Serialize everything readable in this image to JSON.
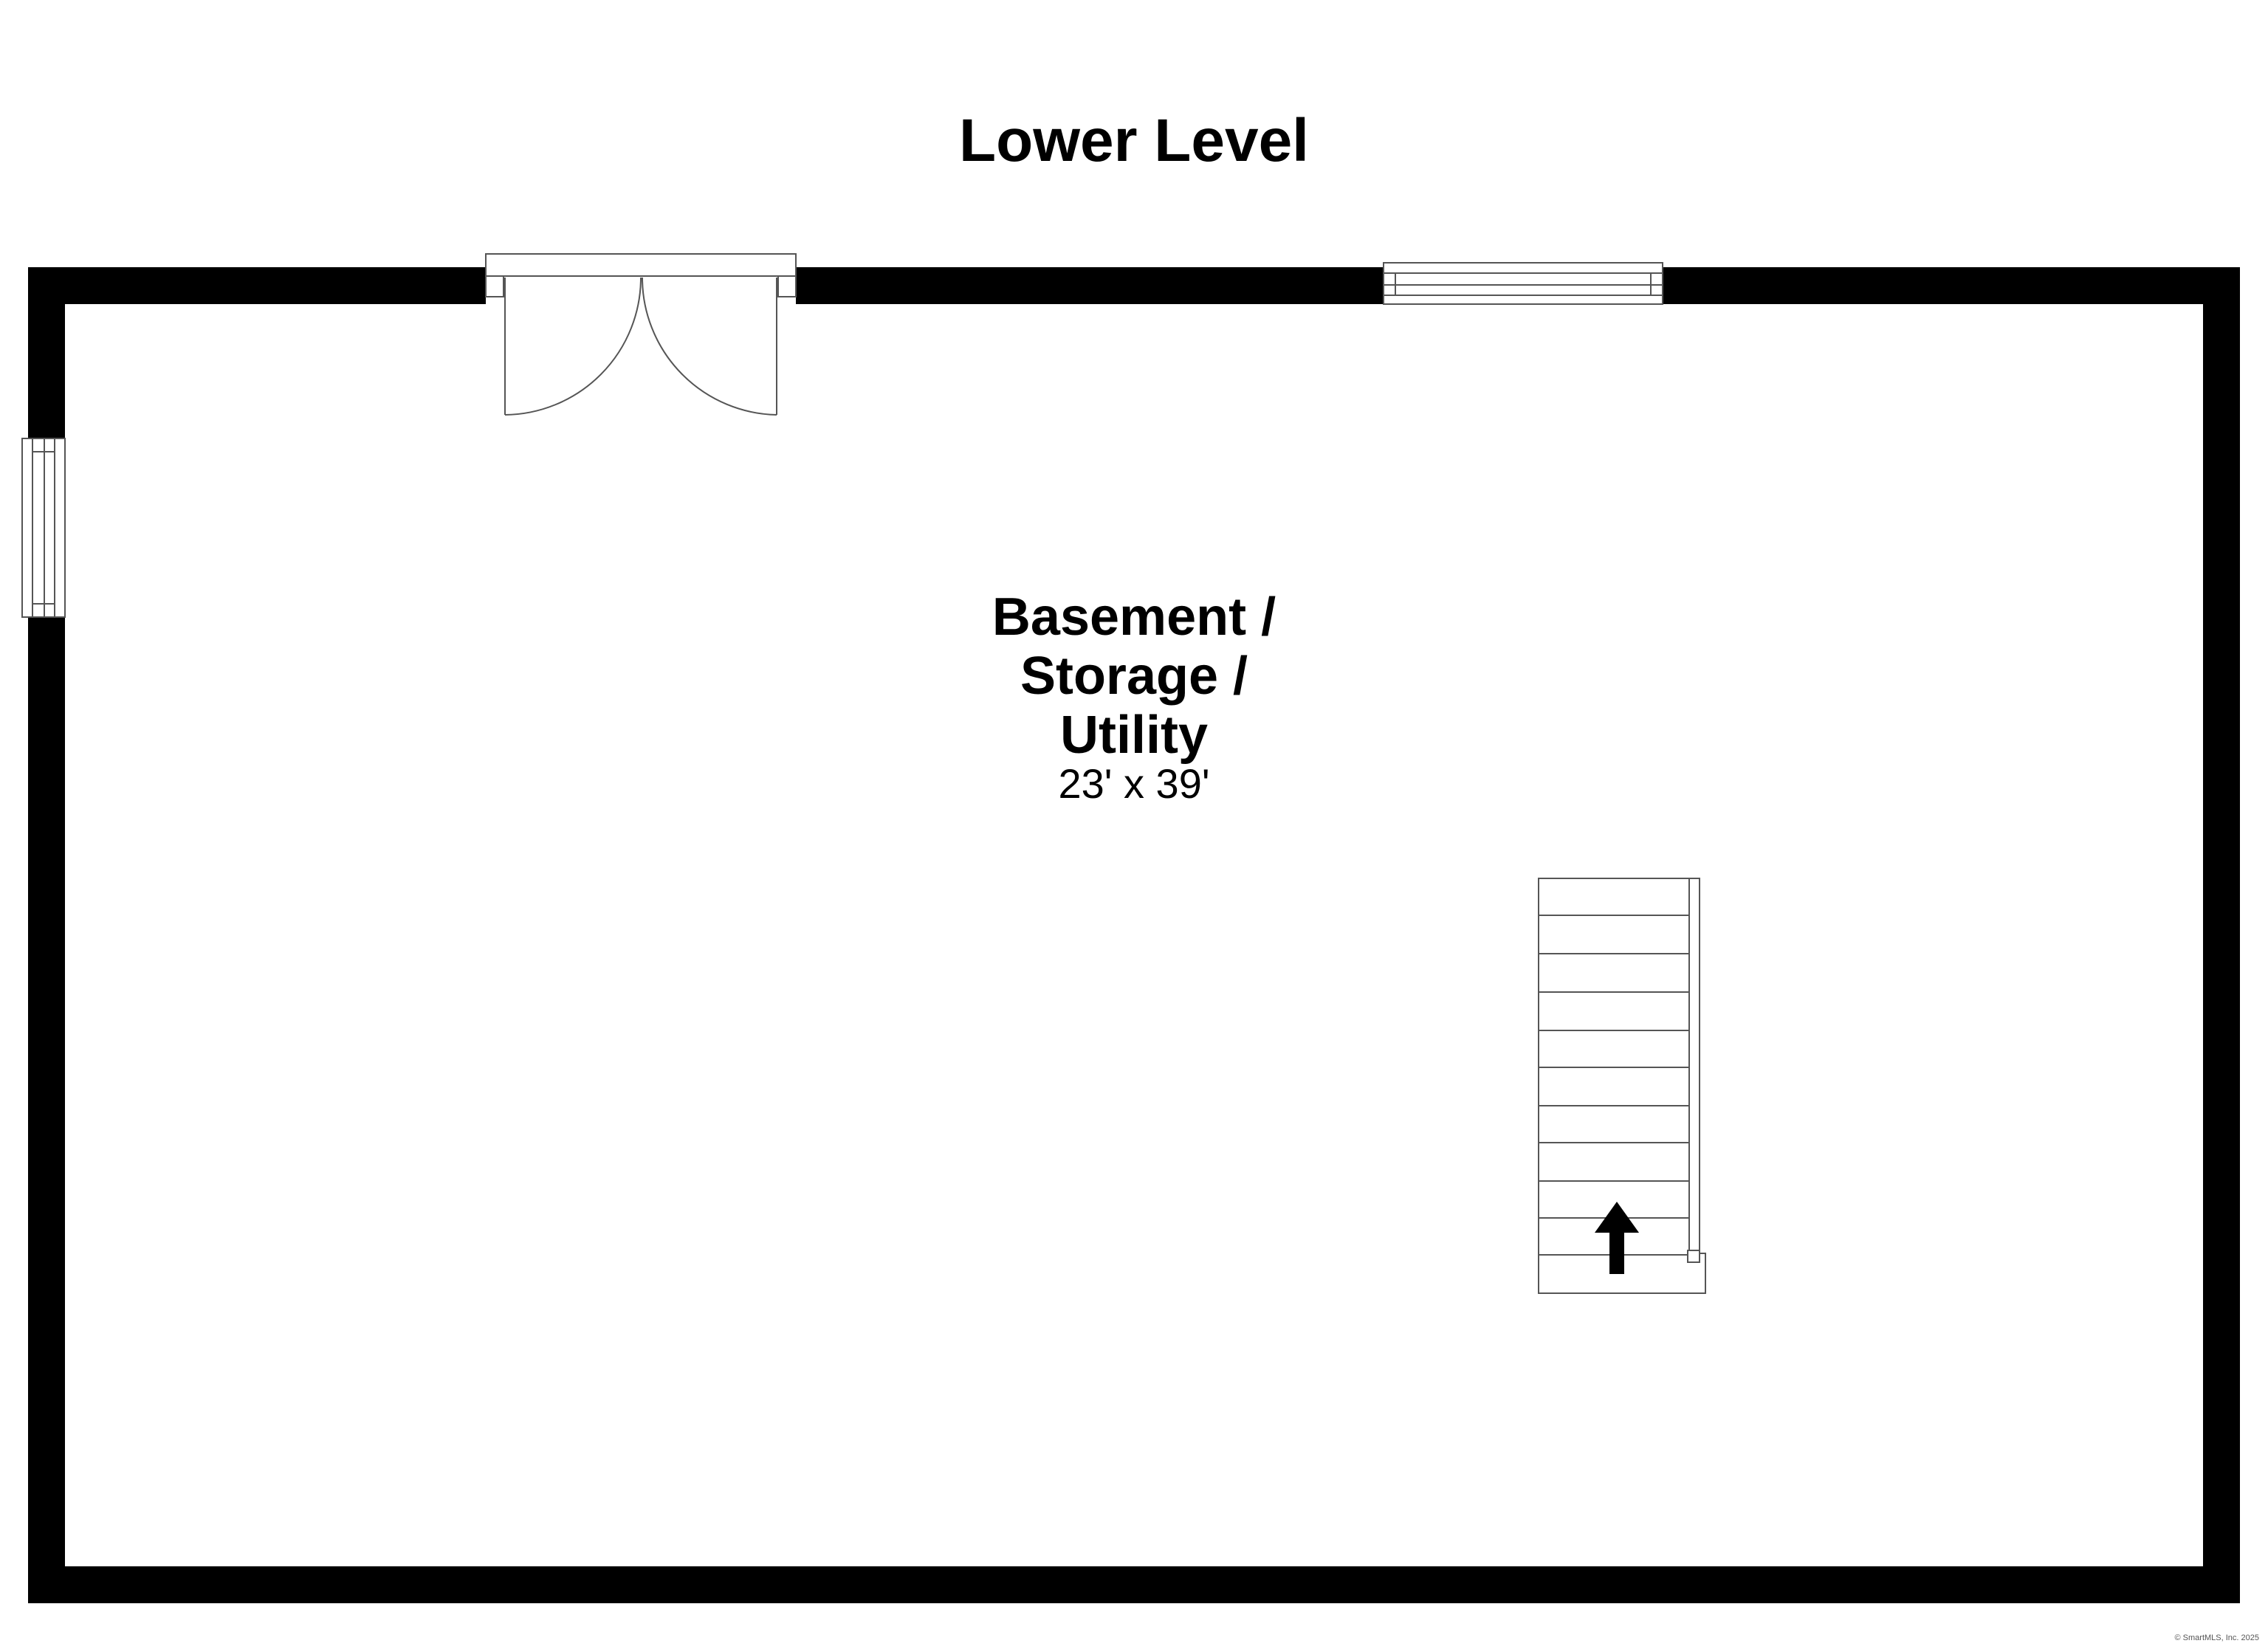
{
  "plan": {
    "title": "Lower Level",
    "room": {
      "name_lines": [
        "Basement /",
        "Storage /",
        "Utility"
      ],
      "dimensions": "23' x 39'"
    },
    "copyright": "© SmartMLS, Inc. 2025"
  },
  "icons": {
    "stair_direction": "arrow-up-icon"
  },
  "colors": {
    "wall": "#000000",
    "background": "#ffffff",
    "line": "#555555"
  }
}
